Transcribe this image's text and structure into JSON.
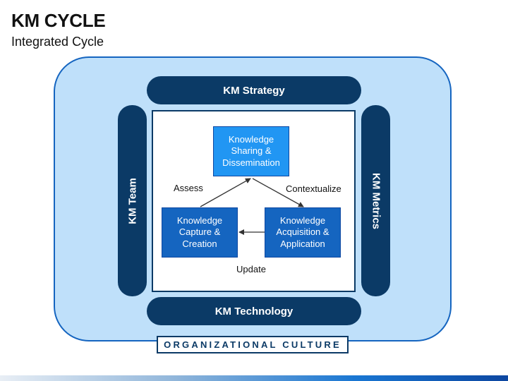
{
  "header": {
    "title": "KM CYCLE",
    "subtitle": "Integrated Cycle"
  },
  "frame": {
    "top_bar": "KM Strategy",
    "bottom_bar": "KM Technology",
    "left_bar": "KM Team",
    "right_bar": "KM Metrics",
    "foundation": "ORGANIZATIONAL CULTURE"
  },
  "cycle": {
    "nodes": {
      "sharing": "Knowledge\nSharing &\nDissemination",
      "capture": "Knowledge\nCapture &\nCreation",
      "acquisition": "Knowledge\nAcquisition &\nApplication"
    },
    "edges": {
      "assess": "Assess",
      "contextualize": "Contextualize",
      "update": "Update"
    }
  },
  "colors": {
    "navy": "#0b3a66",
    "outer_fill": "#bfe0fa",
    "outer_border": "#1565c0",
    "node_light": "#2196f3",
    "node_dark": "#1565c0"
  }
}
